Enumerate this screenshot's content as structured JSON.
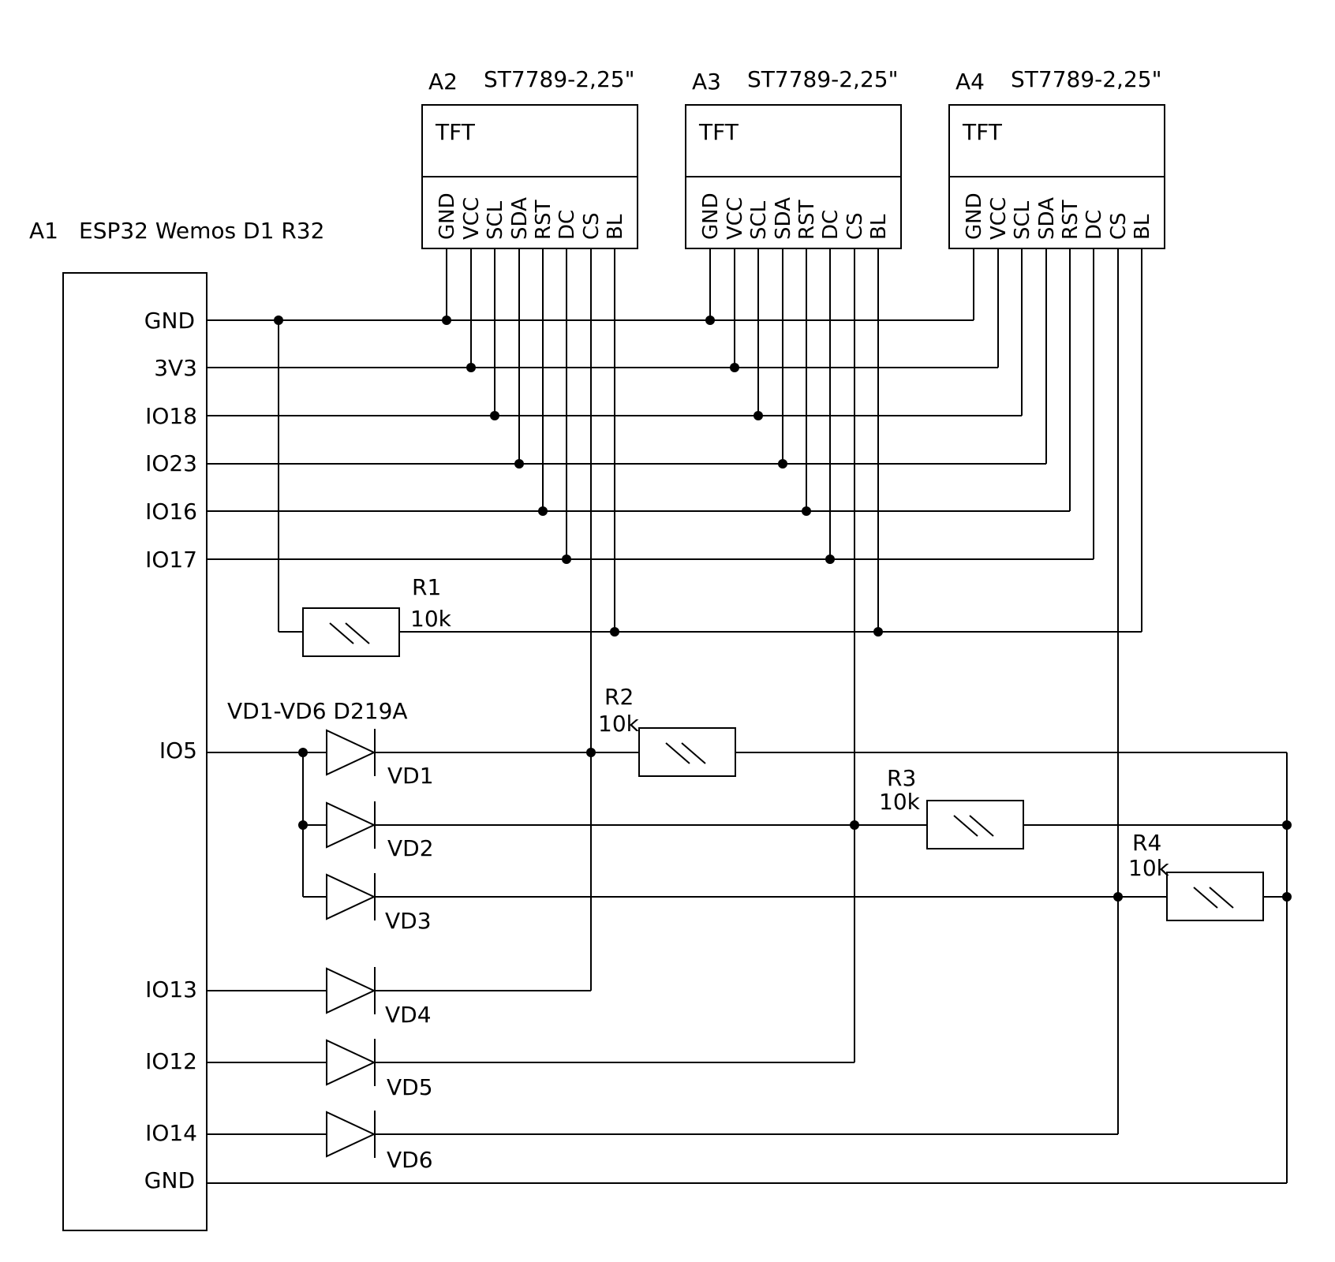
{
  "esp": {
    "ref": "A1",
    "name": "ESP32 Wemos D1 R32",
    "pins": [
      "GND",
      "3V3",
      "IO18",
      "IO23",
      "IO16",
      "IO17",
      "IO5",
      "IO13",
      "IO12",
      "IO14",
      "GND"
    ]
  },
  "displays": [
    {
      "ref": "A2",
      "model": "ST7789-2,25\"",
      "title": "TFT",
      "pins": [
        "GND",
        "VCC",
        "SCL",
        "SDA",
        "RST",
        "DC",
        "CS",
        "BL"
      ]
    },
    {
      "ref": "A3",
      "model": "ST7789-2,25\"",
      "title": "TFT",
      "pins": [
        "GND",
        "VCC",
        "SCL",
        "SDA",
        "RST",
        "DC",
        "CS",
        "BL"
      ]
    },
    {
      "ref": "A4",
      "model": "ST7789-2,25\"",
      "title": "TFT",
      "pins": [
        "GND",
        "VCC",
        "SCL",
        "SDA",
        "RST",
        "DC",
        "CS",
        "BL"
      ]
    }
  ],
  "resistors": [
    {
      "ref": "R1",
      "value": "10k"
    },
    {
      "ref": "R2",
      "value": "10k"
    },
    {
      "ref": "R3",
      "value": "10k"
    },
    {
      "ref": "R4",
      "value": "10k"
    }
  ],
  "diodes": {
    "group_label": "VD1-VD6 D219A",
    "refs": [
      "VD1",
      "VD2",
      "VD3",
      "VD4",
      "VD5",
      "VD6"
    ]
  }
}
